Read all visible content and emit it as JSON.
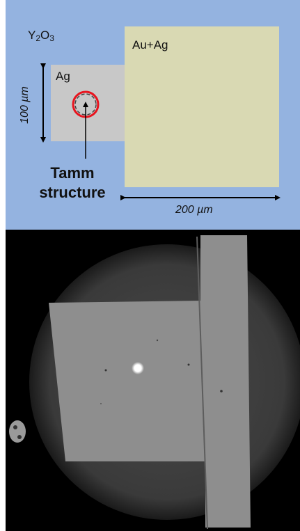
{
  "schematic": {
    "labels": {
      "y2o3_main": "Y",
      "y2o3_sub1": "2",
      "y2o3_o": "O",
      "y2o3_sub2": "3",
      "ag": "Ag",
      "au_ag": "Au+Ag",
      "scale_vertical": "100 µm",
      "scale_horizontal": "200 µm",
      "tamm_line1": "Tamm",
      "tamm_line2": "structure"
    },
    "colors": {
      "background": "#94b3e0",
      "ag_pad": "#c8c8c8",
      "au_ag_pad": "#d9d9b3",
      "circle": "#e8141e",
      "arrow": "#000000"
    }
  },
  "micrograph": {
    "colors": {
      "frame": "#000000",
      "field": "#3c3c3c",
      "pad": "#8e8e8e",
      "spot": "#ffffff"
    }
  }
}
